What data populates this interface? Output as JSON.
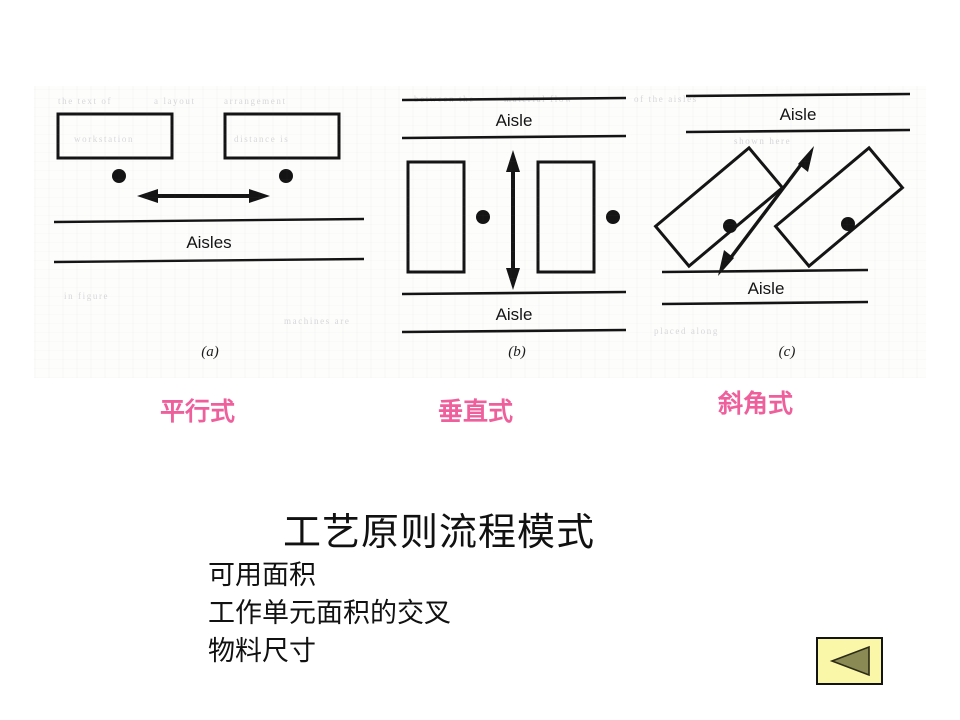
{
  "slide": {
    "background_color": "#ffffff",
    "title": "工艺原则流程模式",
    "body_lines": [
      "可用面积",
      "工作单元面积的交叉",
      "物料尺寸"
    ],
    "accent_pink": "#ee5f9b",
    "ink_color": "#141414"
  },
  "figure": {
    "panels": [
      {
        "id": "a",
        "caption": "(a)",
        "aisle_label": "Aisles",
        "chinese_label": "平行式",
        "arrow_direction": "horizontal-double",
        "box_orientation": "horizontal",
        "box_count": 2,
        "dot_count": 2
      },
      {
        "id": "b",
        "caption": "(b)",
        "aisle_label_top": "Aisle",
        "aisle_label_bottom": "Aisle",
        "chinese_label": "垂直式",
        "arrow_direction": "vertical-double",
        "box_orientation": "vertical",
        "box_count": 2,
        "dot_count": 2
      },
      {
        "id": "c",
        "caption": "(c)",
        "aisle_label_top": "Aisle",
        "aisle_label_bottom": "Aisle",
        "chinese_label": "斜角式",
        "arrow_direction": "diagonal-double",
        "box_orientation": "angled",
        "box_count": 2,
        "dot_count": 2
      }
    ],
    "ghost_marks": [
      "the text of",
      "a layout",
      "arrangement",
      "between the",
      "material flow",
      "of the aisles",
      "workstation",
      "distance is",
      "shown here",
      "in figure",
      "machines are",
      "placed along"
    ]
  },
  "nav": {
    "back_button_label": "back-triangle",
    "back_button_fill": "#faf8a8",
    "back_button_arrow_fill": "#8a8a55",
    "back_button_border": "#141414"
  }
}
